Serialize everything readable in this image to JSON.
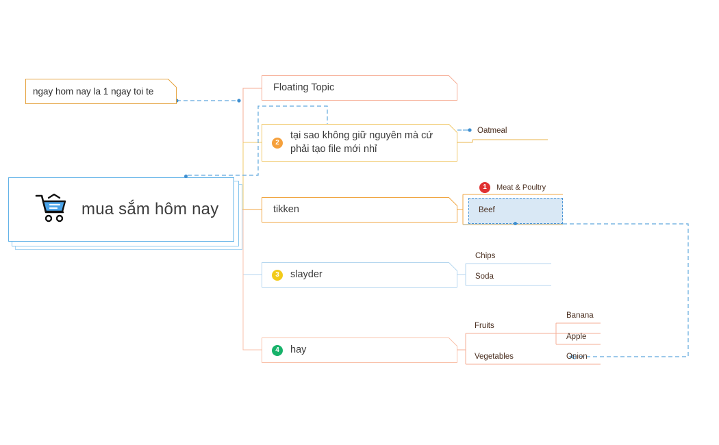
{
  "diagram": {
    "type": "mind-map",
    "background": "#ffffff"
  },
  "root": {
    "label": "mua sắm hôm nay",
    "icon": "shopping-cart-icon",
    "border_color": "#63b3e8",
    "icon_fill": "#4aa3e8"
  },
  "floating_note": {
    "label": "ngay hom nay la 1 ngay toi te",
    "border_color": "#e5a33f"
  },
  "topics": [
    {
      "id": "floating",
      "label": "Floating Topic",
      "badge": null,
      "badge_color": null,
      "border_color": "#f6ae96"
    },
    {
      "id": "taisao",
      "label": "tại sao không giữ nguyên mà cứ phải tạo file mới nhỉ",
      "badge": "2",
      "badge_color": "#f5a03c",
      "border_color": "#f0c86a"
    },
    {
      "id": "tikken",
      "label": "tikken",
      "badge": null,
      "badge_color": null,
      "border_color": "#f0a642"
    },
    {
      "id": "slayder",
      "label": "slayder",
      "badge": "3",
      "badge_color": "#f2cb1b",
      "border_color": "#b5d6ef"
    },
    {
      "id": "hay",
      "label": "hay",
      "badge": "4",
      "badge_color": "#17b26a",
      "border_color": "#f9c2ab"
    }
  ],
  "leaves": {
    "oatmeal": {
      "label": "Oatmeal",
      "underline_color": "#e9b44c"
    },
    "meat_poultry": {
      "label": "Meat & Poultry",
      "badge": "1",
      "badge_color": "#e03131"
    },
    "beef": {
      "label": "Beef",
      "selected": true,
      "fill": "#d9e8f5",
      "border_color": "#4a95d6",
      "underline_color": "#c9bd9a"
    },
    "chips": {
      "label": "Chips",
      "underline_color": "#b5d6ef"
    },
    "soda": {
      "label": "Soda",
      "underline_color": "#b5d6ef"
    },
    "fruits": {
      "label": "Fruits",
      "underline_color": "#f6ae96"
    },
    "vegetables": {
      "label": "Vegetables",
      "underline_color": "#f6ae96"
    },
    "banana": {
      "label": "Banana",
      "underline_color": "#f6ae96"
    },
    "apple": {
      "label": "Apple",
      "underline_color": "#f6ae96"
    },
    "onion": {
      "label": "Onion",
      "underline_color": "#f6ae96"
    }
  },
  "relationships": {
    "line_color": "#5fa8dd",
    "style": "dashed",
    "links": [
      {
        "from": "floating-note",
        "to": "floating-topic"
      },
      {
        "from": "root",
        "to": "taisao-topic"
      },
      {
        "from": "beef",
        "to": "onion"
      }
    ]
  }
}
